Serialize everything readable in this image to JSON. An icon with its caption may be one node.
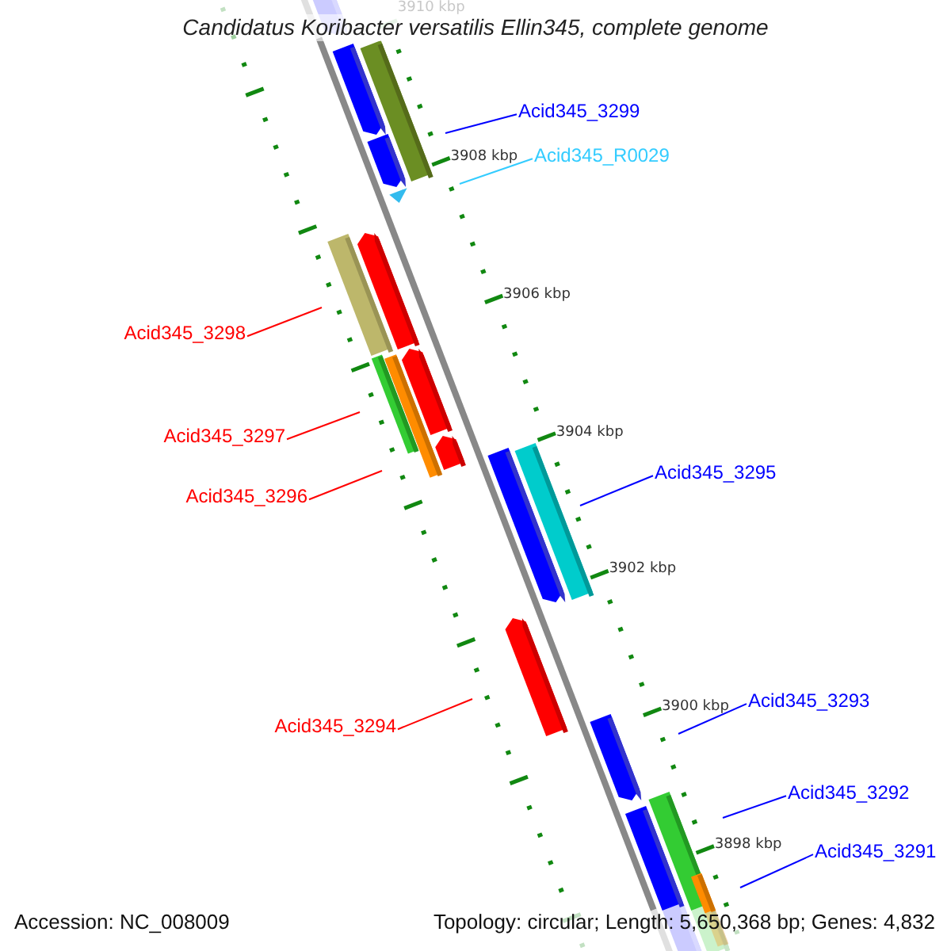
{
  "diagram": {
    "title": "Candidatus Koribacter versatilis Ellin345, complete genome",
    "nodes": [
      {
        "text": [
          "Acid345_3299"
        ]
      },
      {
        "text": [
          "Acid345_R0029"
        ]
      },
      {
        "text": [
          "Acid345_3298"
        ]
      },
      {
        "text": [
          "Acid345_3297"
        ]
      },
      {
        "text": [
          "Acid345_3296"
        ]
      },
      {
        "text": [
          "Acid345_3295"
        ]
      },
      {
        "text": [
          "Acid345_3294"
        ]
      },
      {
        "text": [
          "Acid345_3293"
        ]
      },
      {
        "text": [
          "Acid345_3292"
        ]
      },
      {
        "text": [
          "Acid345_3291"
        ]
      }
    ],
    "edges": [
      {
        "from": 0,
        "to": null,
        "arrow": "none"
      },
      {
        "from": 1,
        "to": null,
        "arrow": "none",
        "color": "#33ccff"
      },
      {
        "from": 2,
        "to": null,
        "arrow": "none",
        "color": "#ff0000"
      },
      {
        "from": 3,
        "to": null,
        "arrow": "none",
        "color": "#ff0000"
      },
      {
        "from": 4,
        "to": null,
        "arrow": "none",
        "color": "#ff0000"
      },
      {
        "from": 5,
        "to": null,
        "arrow": "none"
      },
      {
        "from": 6,
        "to": null,
        "arrow": "none",
        "color": "#ff0000"
      },
      {
        "from": 7,
        "to": null,
        "arrow": "none"
      },
      {
        "from": 8,
        "to": null,
        "arrow": "none"
      },
      {
        "from": 9,
        "to": null,
        "arrow": "none"
      }
    ],
    "labels": [
      "3910 kbp",
      "3908 kbp",
      "3906 kbp",
      "3904 kbp",
      "3902 kbp",
      "3900 kbp",
      "3898 kbp",
      "Accession: NC_008009",
      "Topology: circular; Length: 5,650,368 bp; Genes: 4,832"
    ]
  }
}
